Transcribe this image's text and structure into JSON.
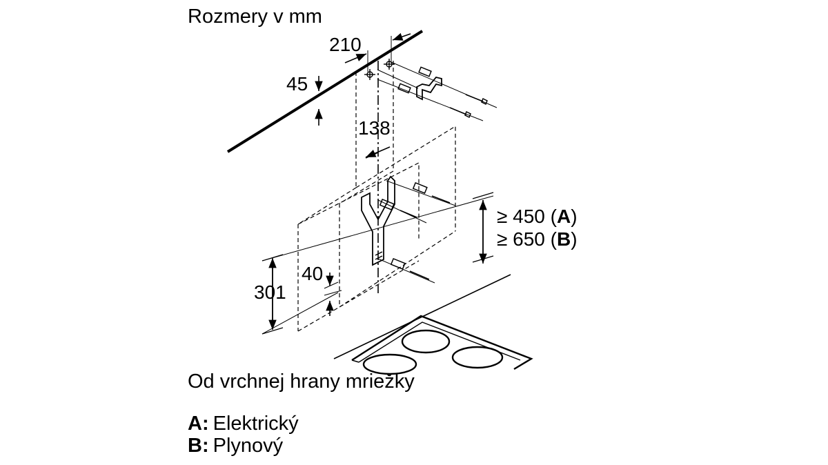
{
  "title": "Rozmery v mm",
  "dimensions": {
    "d210": "210",
    "d45": "45",
    "d138": "138",
    "d40": "40",
    "d301": "301"
  },
  "clearance": {
    "line_a_prefix": "≥ 450 (",
    "line_a_letter": "A",
    "line_a_suffix": ")",
    "line_b_prefix": "≥ 650 (",
    "line_b_letter": "B",
    "line_b_suffix": ")"
  },
  "note": "Od vrchnej hrany mriežky",
  "legend": [
    {
      "key": "A:",
      "label": "Elektrický"
    },
    {
      "key": "B:",
      "label": "Plynový"
    }
  ]
}
